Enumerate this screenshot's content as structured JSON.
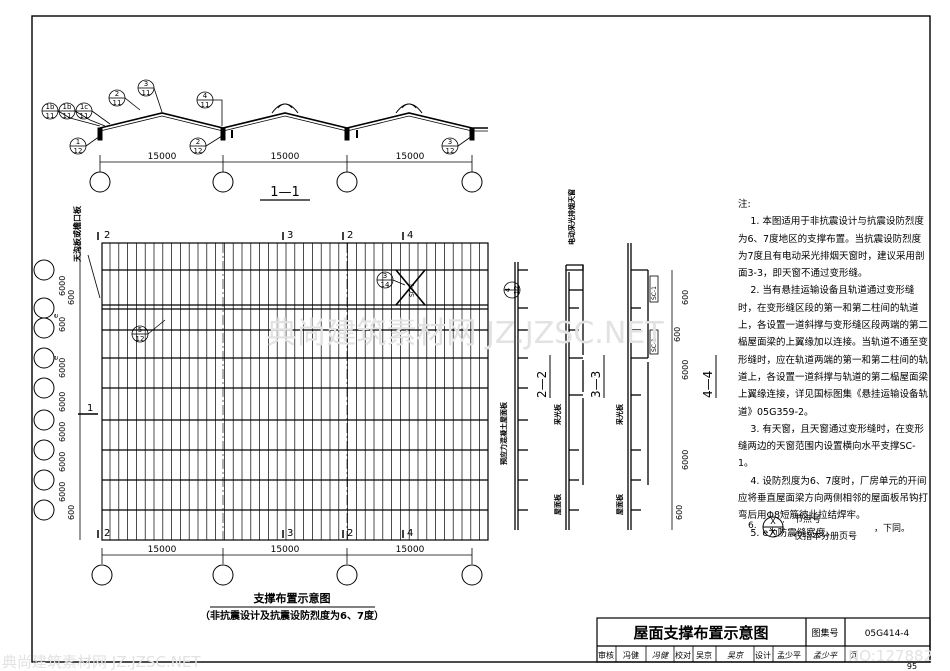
{
  "section_1_1": {
    "label": "1—1",
    "spans": [
      "15000",
      "15000",
      "15000"
    ],
    "detail_marks": [
      {
        "top": "1b",
        "bottom": "11"
      },
      {
        "top": "1b",
        "bottom": "11"
      },
      {
        "top": "1c",
        "bottom": "11"
      },
      {
        "top": "2",
        "bottom": "11"
      },
      {
        "top": "3",
        "bottom": "11"
      },
      {
        "top": "4",
        "bottom": "11"
      },
      {
        "top": "1",
        "bottom": "12"
      },
      {
        "top": "2",
        "bottom": "12"
      },
      {
        "top": "3",
        "bottom": "12"
      }
    ]
  },
  "plan": {
    "cut_marks_top": [
      "2",
      "3",
      "2",
      "4"
    ],
    "cut_marks_bottom": [
      "2",
      "3",
      "2",
      "4"
    ],
    "side_cut": "1",
    "spans": [
      "15000",
      "15000",
      "15000"
    ],
    "left_dims": [
      "6000",
      "600",
      "6000",
      "6000",
      "6000",
      "6000",
      "6000",
      "600"
    ],
    "left_marks": [
      "600",
      "e",
      "e"
    ],
    "left_vertical_label": "天沟板或檐口板",
    "detail_marks": [
      {
        "top": "3",
        "bottom": "14"
      },
      {
        "top": "5",
        "bottom": "12"
      },
      {
        "top": "4",
        "bottom": "12"
      }
    ],
    "sc_label": "SC-1",
    "title": "支撑布置示意图",
    "subtitle": "（非抗震设计及抗震设防烈度为6、7度）"
  },
  "section_2_2": {
    "label": "2—2",
    "vertical_text": "预应力混凝土屋面板"
  },
  "section_3_3": {
    "label": "3—3",
    "top_text": "电动采光排烟天窗",
    "side_text": "采光板",
    "bottom_text": "屋面板"
  },
  "section_4_4": {
    "label": "4—4",
    "sc_labels": [
      "SC-1",
      "SC-1"
    ],
    "dims": [
      "600",
      "600",
      "6000",
      "6000",
      "600"
    ],
    "side_text": "采光板",
    "bottom_text": "屋面板"
  },
  "notes": {
    "heading": "注:",
    "items": [
      "1. 本图适用于非抗震设计与抗震设防烈度为6、7度地区的支撑布置。当抗震设防烈度为7度且有电动采光排烟天窗时，建议采用剖面3-3，即天窗不通过变形缝。",
      "2. 当有悬挂运输设备且轨道通过变形缝时，在变形缝区段的第一和第二柱间的轨道上，各设置一道斜撑与变形缝区段两端的第二榀屋面梁的上翼缘加以连接。当轨道不通至变形缝时，应在轨道两端的第一和第二柱间的轨道上，各设置一道斜撑与轨道的第二榀屋面梁上翼缘连接，详见国标图集《悬挂运输设备轨道》05G359-2。",
      "3. 有天窗，且天窗通过变形缝时，在变形缝两边的天窗范围内设置横向水平支撑SC-1。",
      "4. 设防烈度为6、7度时，厂房单元的开间应将垂直屋面梁方向两侧相邻的屋面板吊钩打弯后用Φ8短筋彼此拉结焊牢。",
      "5. e为防震缝宽度。"
    ],
    "node_item_prefix": "6.",
    "node_symbol_top": "X",
    "node_symbol_bottom": "X",
    "node_label": "节点号",
    "page_label": "仅指本分册页号",
    "tail": "，下同。"
  },
  "title_block": {
    "title": "屋面支撑布置示意图",
    "atlas_label": "图集号",
    "atlas_no": "05G414-4",
    "row": [
      "审核",
      "冯健",
      "冯健",
      "校对",
      "吴京",
      "吴京",
      "设计",
      "孟少平",
      "孟少平",
      "页"
    ],
    "page": "95"
  },
  "watermark": {
    "center": "典尚建筑素材网 JZ.JZSC.NET",
    "bottom_left": "典尚建筑素材网 JZ.JZSC.NET",
    "bottom_right": "NO:127882"
  }
}
